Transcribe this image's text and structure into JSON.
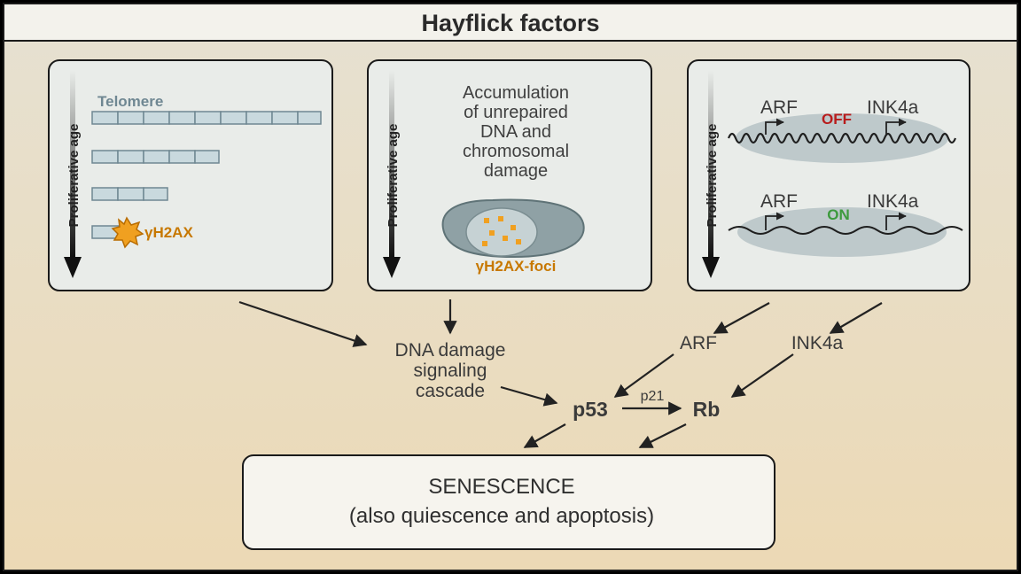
{
  "title": "Hayflick factors",
  "axis_label": "Proliferative age",
  "panel1": {
    "label": "Telomere",
    "marker": "γH2AX"
  },
  "panel2": {
    "lines": [
      "Accumulation",
      "of unrepaired",
      "DNA and",
      "chromosomal",
      "damage"
    ],
    "marker": "γH2AX-foci"
  },
  "panel3": {
    "top": {
      "left_gene": "ARF",
      "state": "OFF",
      "right_gene": "INK4a"
    },
    "bottom": {
      "left_gene": "ARF",
      "state": "ON",
      "right_gene": "INK4a"
    }
  },
  "pathway": {
    "cascade": [
      "DNA damage",
      "signaling",
      "cascade"
    ],
    "arf": "ARF",
    "ink4a": "INK4a",
    "p53": "p53",
    "p21": "p21",
    "rb": "Rb"
  },
  "outcome": {
    "line1": "SENESCENCE",
    "line2": "(also quiescence and apoptosis)"
  },
  "colors": {
    "background": "#ede0c8",
    "panel": "#e9ece9",
    "nucleus": "#b9c4c4",
    "off": "#b81c1c",
    "on": "#3d9a3d",
    "foci": "#f0a020"
  }
}
